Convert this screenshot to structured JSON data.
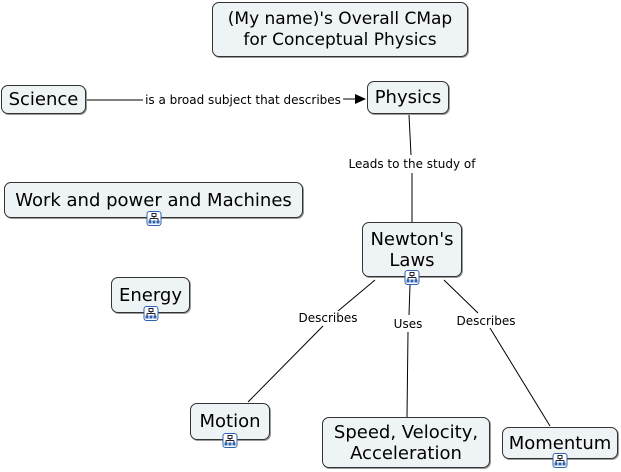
{
  "map": {
    "title": "(My name)'s Overall CMap\nfor Conceptual Physics",
    "title_lines": [
      "(My name)'s Overall CMap",
      "for Conceptual Physics"
    ],
    "concepts": {
      "science": "Science",
      "physics": "Physics",
      "work_power_machines": "Work and power and Machines",
      "newtons_laws_lines": [
        "Newton's",
        "Laws"
      ],
      "energy": "Energy",
      "motion": "Motion",
      "speed_lines": [
        "Speed, Velocity,",
        "Acceleration"
      ],
      "momentum": "Momentum"
    },
    "linking_phrases": {
      "science_physics": "is a broad subject that describes",
      "physics_newton": "Leads to the study of",
      "newton_motion": "Describes",
      "newton_speed": "Uses",
      "newton_momentum": "Describes"
    },
    "icons": {
      "submap": "submap-icon",
      "arrow": "arrowhead-icon"
    },
    "colors": {
      "concept_fill": "#eef3f5",
      "concept_border": "#333333",
      "icon_border": "#2d62b0"
    }
  }
}
